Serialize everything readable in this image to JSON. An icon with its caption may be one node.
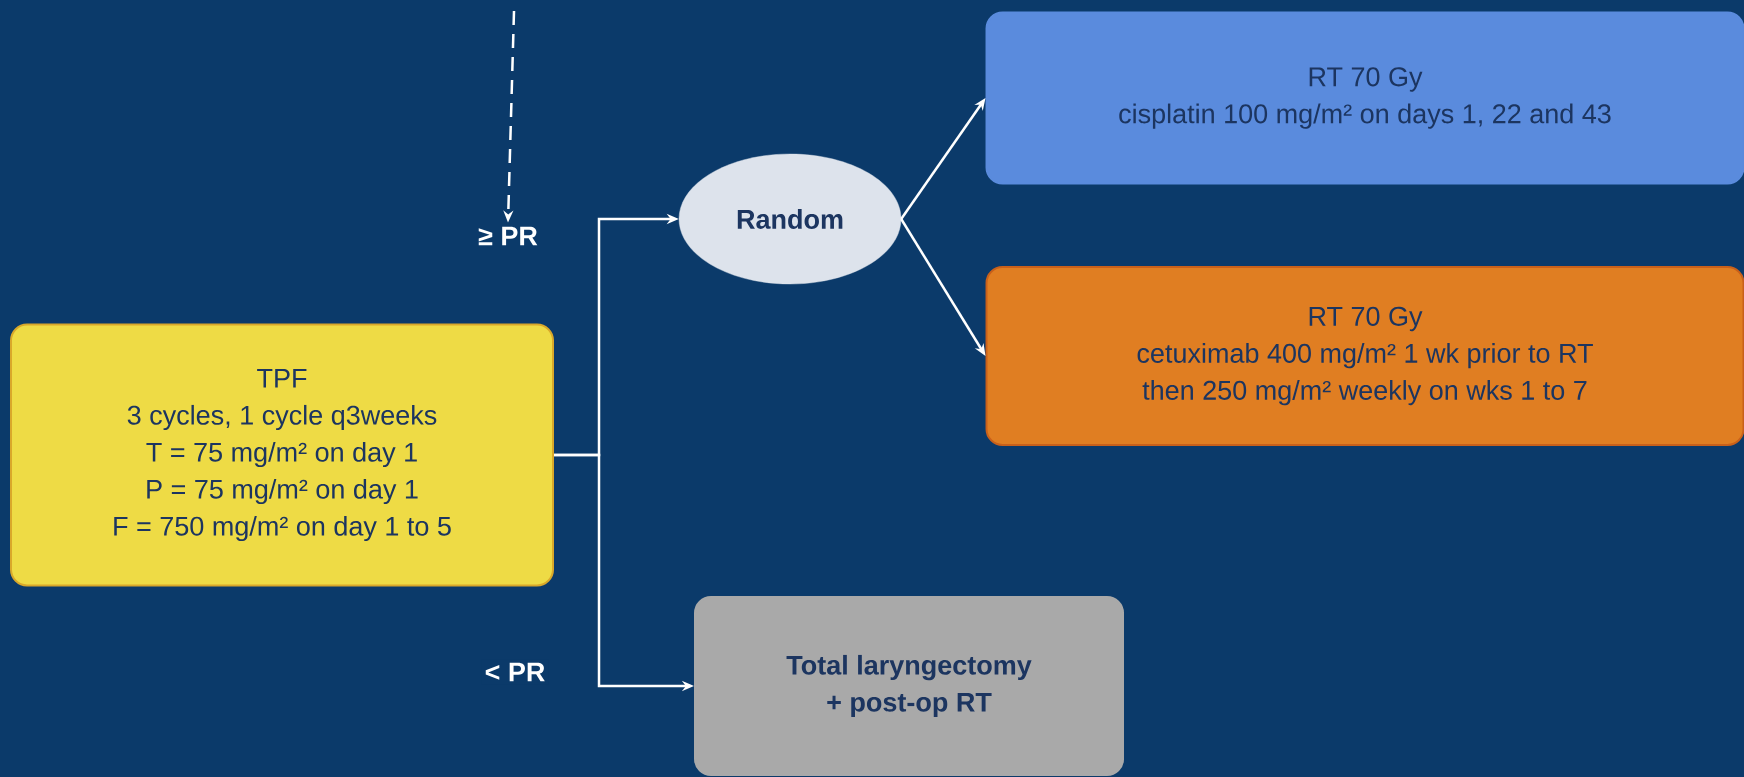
{
  "diagram": {
    "nodes": [
      {
        "text": [
          "TPF",
          "3 cycles, 1 cycle q3weeks",
          "T = 75 mg/m² on day 1",
          "P = 75 mg/m² on day 1",
          "F = 750 mg/m² on day 1 to 5"
        ]
      },
      {
        "text": [
          "≥ PR"
        ]
      },
      {
        "text": [
          "Random"
        ]
      },
      {
        "text": [
          "RT 70 Gy",
          "cisplatin 100 mg/m² on days 1, 22 and 43"
        ]
      },
      {
        "text": [
          "RT 70 Gy",
          "cetuximab 400 mg/m² 1 wk prior to RT",
          "then 250 mg/m² weekly on wks 1 to 7"
        ]
      },
      {
        "text": [
          "Total laryngectomy",
          "+ post-op RT"
        ]
      }
    ],
    "edges": [
      {
        "from": null,
        "to": 1,
        "arrow": "to",
        "style": "dashed"
      },
      {
        "from": 0,
        "to": 2,
        "arrow": "to"
      },
      {
        "from": 0,
        "to": 5,
        "arrow": "to",
        "label": "< PR"
      },
      {
        "from": 2,
        "to": 3,
        "arrow": "to"
      },
      {
        "from": 2,
        "to": 4,
        "arrow": "to"
      }
    ]
  }
}
